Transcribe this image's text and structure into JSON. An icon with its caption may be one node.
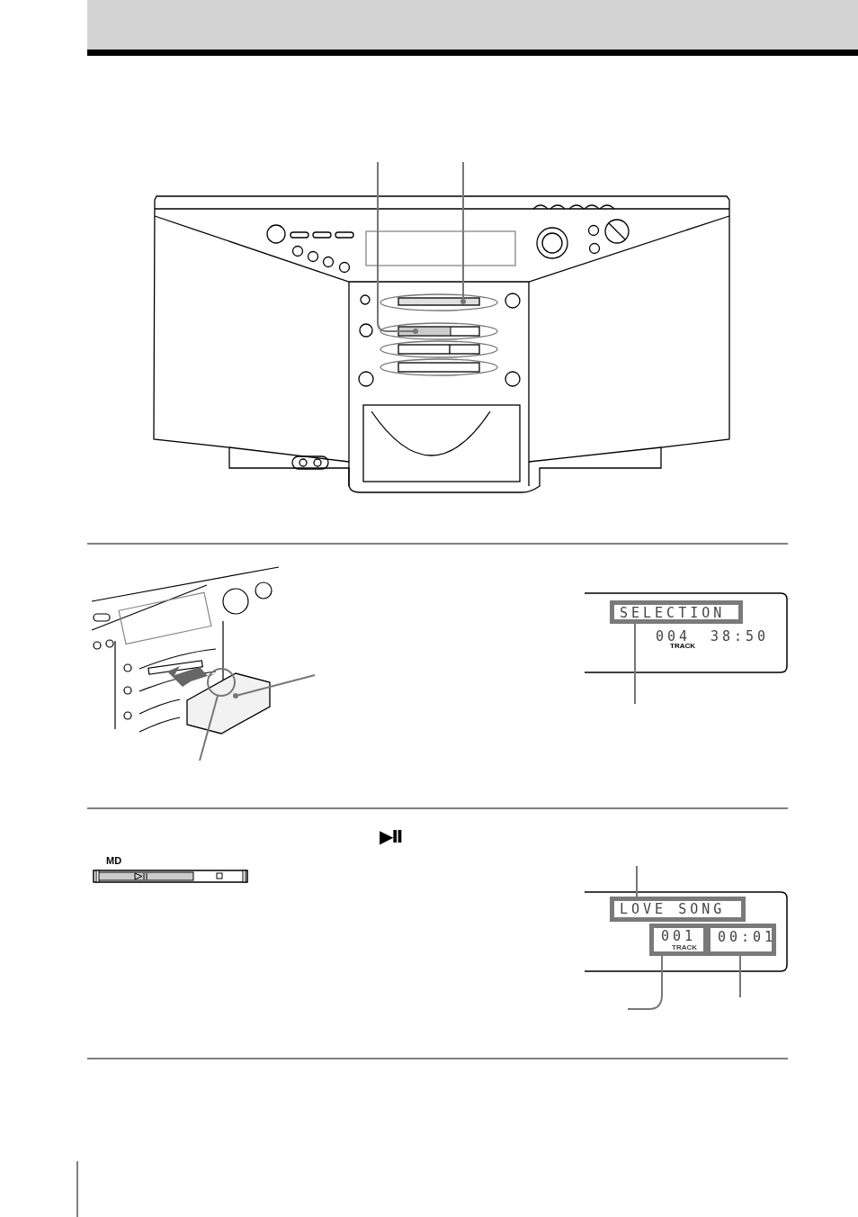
{
  "diagram": {
    "nodes": [
      {
        "text": [],
        "shape": "box"
      },
      {
        "text": [],
        "shape": "box"
      },
      {
        "text": [],
        "shape": "box"
      },
      {
        "text": [],
        "shape": "circle"
      },
      {
        "text": [
          "SELECTION"
        ]
      },
      {
        "text": [
          "LOVE SONG"
        ]
      },
      {
        "text": [
          "001",
          "TRACK"
        ]
      },
      {
        "text": [
          "00:01"
        ]
      }
    ],
    "edges": [
      {
        "from": null,
        "to": 1,
        "arrow": "other"
      },
      {
        "from": null,
        "to": 0,
        "arrow": "other"
      },
      {
        "from": null,
        "to": 2,
        "arrow": "other"
      },
      {
        "from": null,
        "to": 3,
        "arrow": "none"
      },
      {
        "from": null,
        "to": 4,
        "arrow": "none"
      },
      {
        "from": null,
        "to": 5,
        "arrow": "none"
      },
      {
        "from": null,
        "to": 6,
        "arrow": "none"
      },
      {
        "from": null,
        "to": 7,
        "arrow": "none"
      }
    ],
    "labels": [
      "004",
      "TRACK",
      "38:50",
      "▶II",
      "MD"
    ]
  }
}
